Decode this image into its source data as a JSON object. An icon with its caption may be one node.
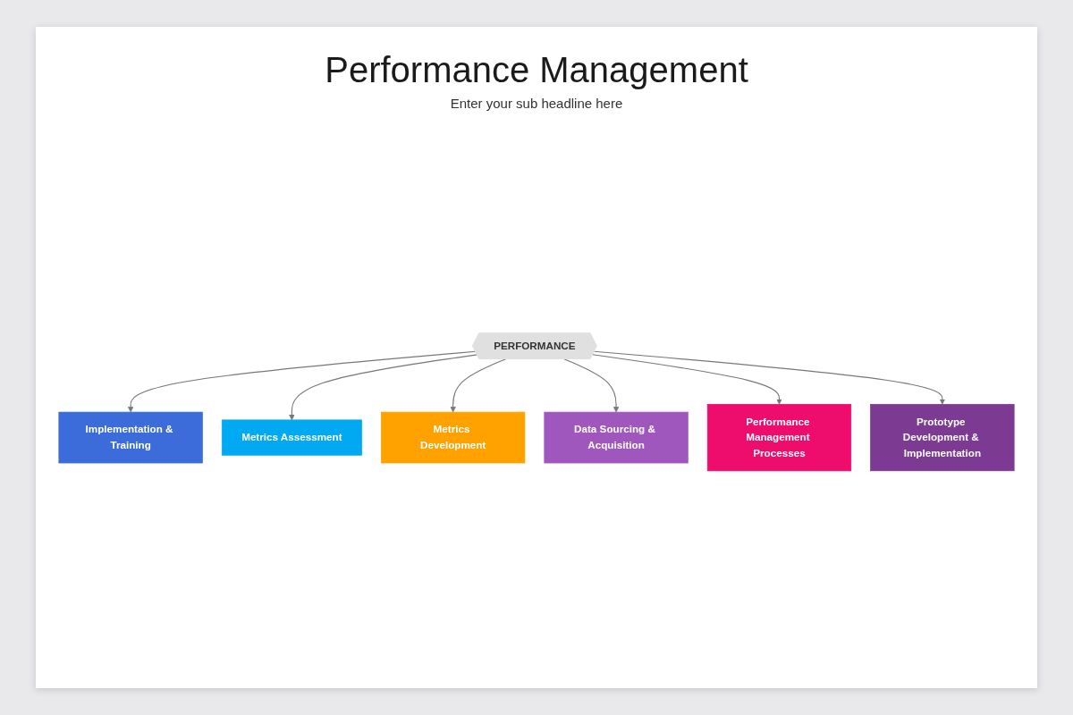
{
  "diagram": {
    "title": "Performance Management",
    "nodes": [
      {
        "text": [
          "PERFORMANCE"
        ]
      },
      {
        "text": [
          "Implementation & Training"
        ]
      },
      {
        "text": [
          "Metrics Assessment"
        ]
      },
      {
        "text": [
          "Metrics Development"
        ]
      },
      {
        "text": [
          "Data Sourcing & Acquisition"
        ]
      },
      {
        "text": [
          "Performance Management Processes"
        ]
      },
      {
        "text": [
          "Prototype Development & Implementation"
        ]
      }
    ],
    "edges": [
      {
        "from": 0,
        "to": 1,
        "arrow": "to"
      },
      {
        "from": 0,
        "to": 2,
        "arrow": "to"
      },
      {
        "from": 0,
        "to": 3,
        "arrow": "to"
      },
      {
        "from": 0,
        "to": 4,
        "arrow": "to"
      },
      {
        "from": 0,
        "to": 5,
        "arrow": "to"
      },
      {
        "from": 0,
        "to": 6,
        "arrow": "to"
      }
    ],
    "labels": [
      "Enter your sub headline here"
    ]
  }
}
